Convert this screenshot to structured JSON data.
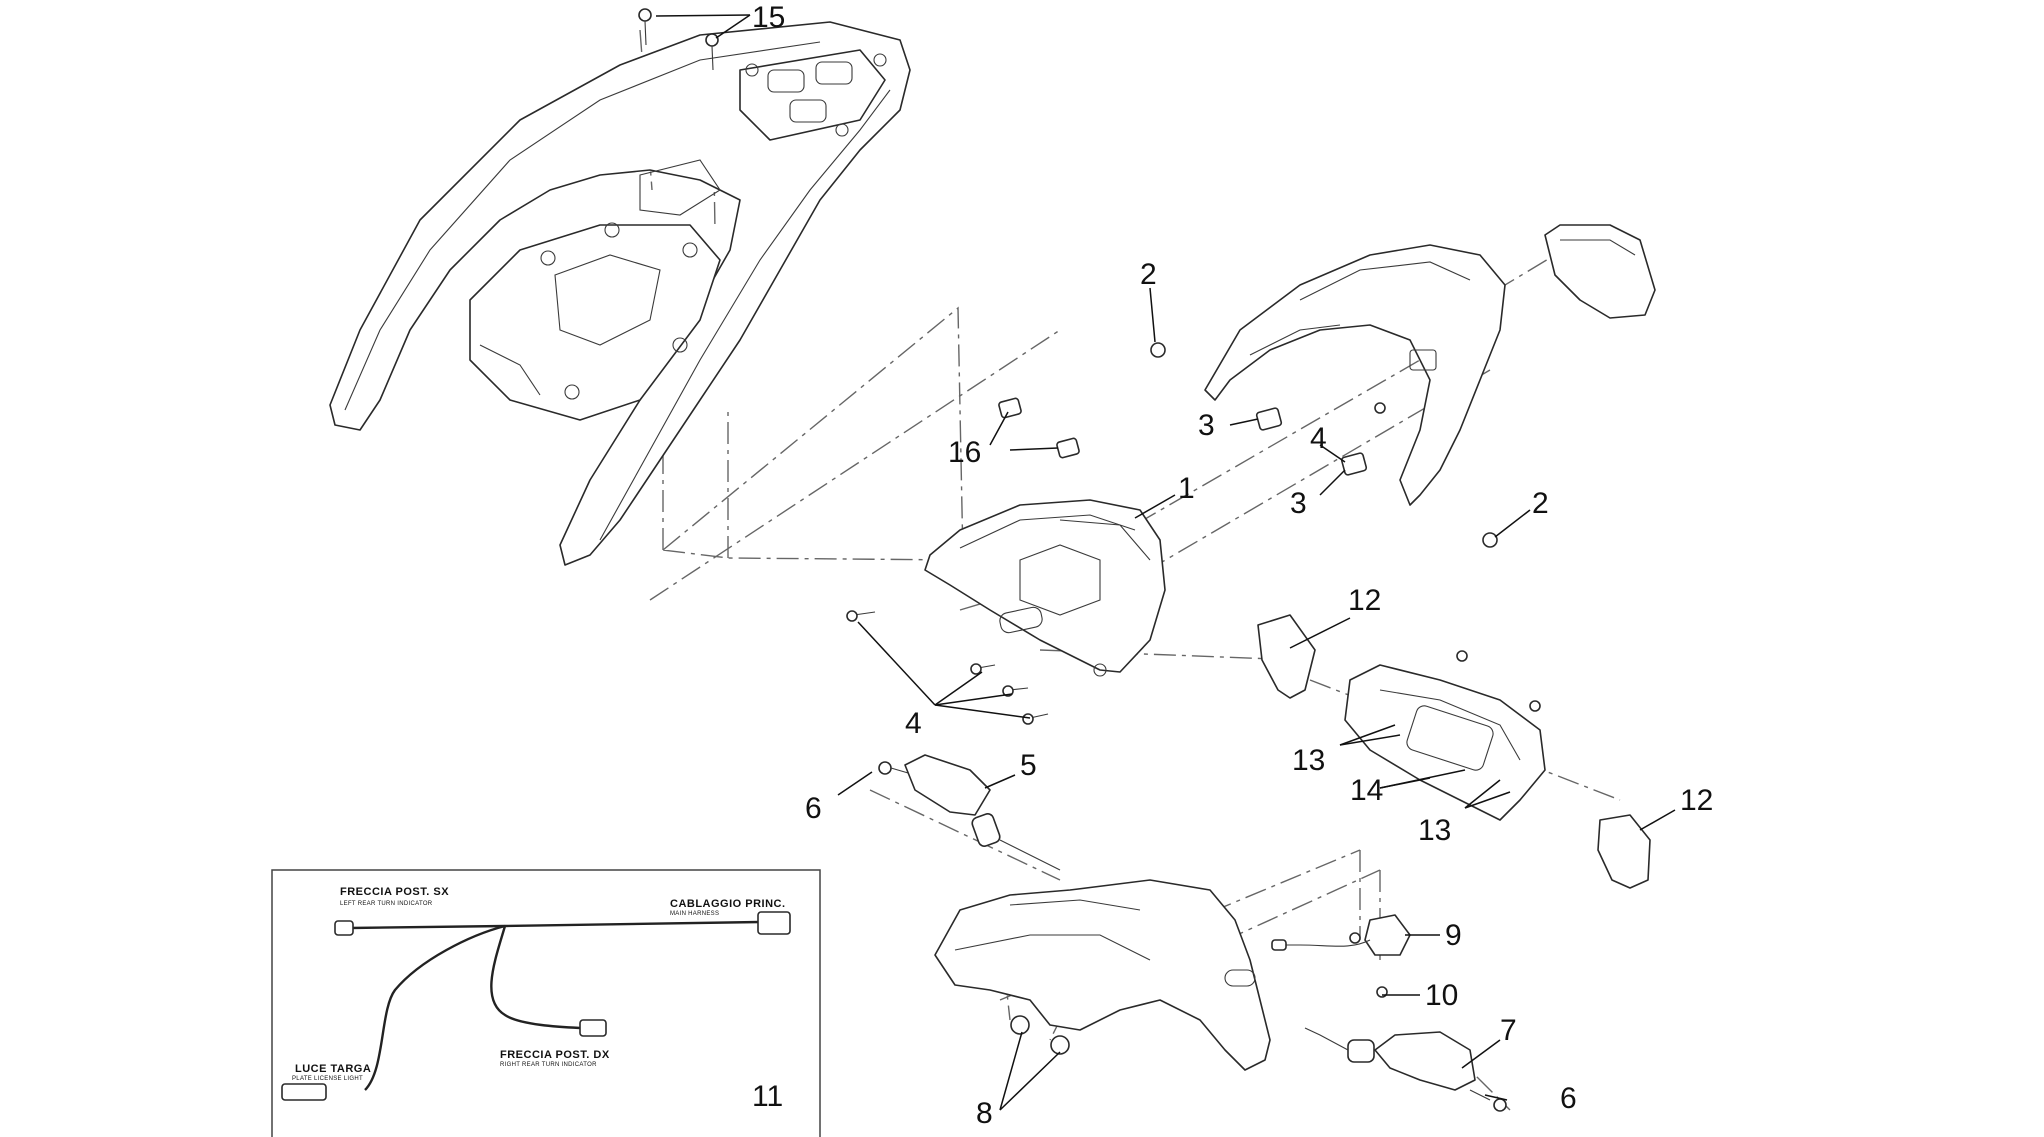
{
  "callouts": {
    "c1": "1",
    "c2a": "2",
    "c2b": "2",
    "c3a": "3",
    "c3b": "3",
    "c4a": "4",
    "c4b": "4",
    "c5": "5",
    "c6a": "6",
    "c6b": "6",
    "c7": "7",
    "c8": "8",
    "c9": "9",
    "c10": "10",
    "c11": "11",
    "c12a": "12",
    "c12b": "12",
    "c13a": "13",
    "c13b": "13",
    "c14": "14",
    "c15": "15",
    "c16": "16"
  },
  "wiring_inset": {
    "left_indicator": "FRECCIA POST. SX",
    "left_indicator_sub": "LEFT REAR TURN INDICATOR",
    "main_harness": "CABLAGGIO PRINC.",
    "main_harness_sub": "MAIN HARNESS",
    "right_indicator": "FRECCIA POST. DX",
    "right_indicator_sub": "RIGHT REAR TURN INDICATOR",
    "plate_light": "LUCE TARGA",
    "plate_light_sub": "PLATE LICENSE LIGHT"
  }
}
